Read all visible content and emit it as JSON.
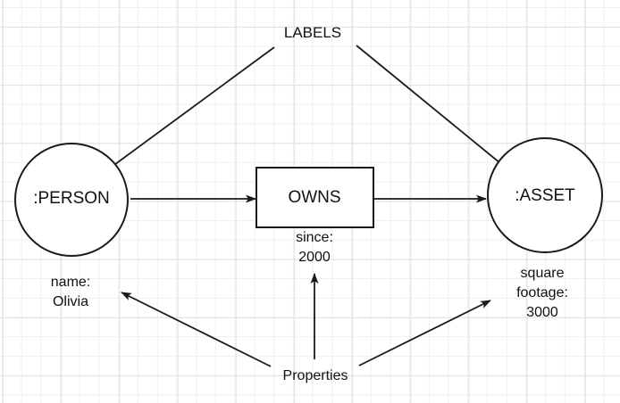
{
  "canvas": {
    "background": "#ffffff",
    "grid_minor_color": "#efefef",
    "grid_major_color": "#e2e2e2",
    "stroke_color": "#1a1a1a",
    "text_color": "#111111"
  },
  "captions": {
    "labels": "LABELS",
    "properties": "Properties"
  },
  "nodes": {
    "person": {
      "label": ":PERSON"
    },
    "owns": {
      "label": "OWNS"
    },
    "asset": {
      "label": ":ASSET"
    }
  },
  "properties": {
    "person": {
      "lines": [
        "name:",
        "Olivia"
      ]
    },
    "owns": {
      "lines": [
        "since:",
        "2000"
      ]
    },
    "asset": {
      "lines": [
        "square",
        "footage:",
        "3000"
      ]
    }
  }
}
